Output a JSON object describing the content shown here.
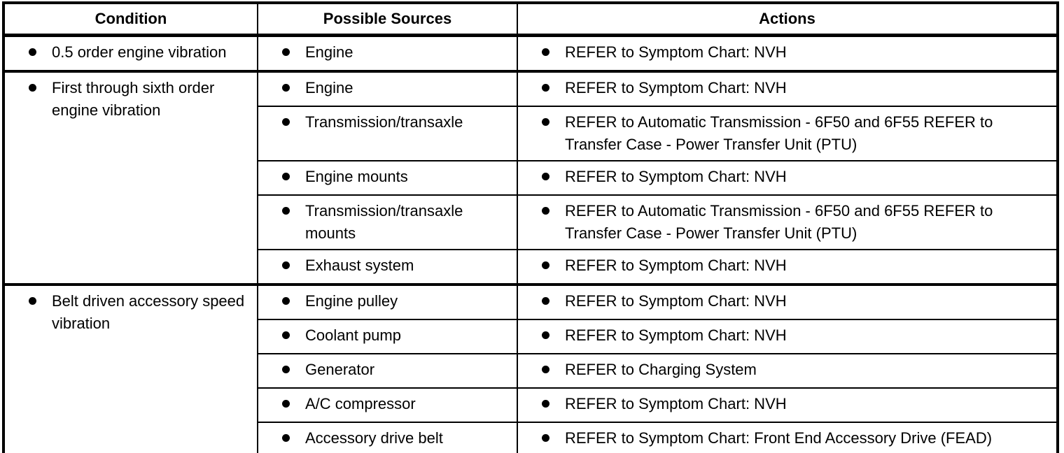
{
  "table": {
    "headers": [
      "Condition",
      "Possible Sources",
      "Actions"
    ],
    "icons": {
      "bullet": "filled-circle"
    },
    "colors": {
      "border": "#000000",
      "text": "#000000",
      "background": "#ffffff"
    },
    "groups": [
      {
        "condition": "0.5 order engine vibration",
        "items": [
          {
            "source": "Engine",
            "action": "REFER to Symptom Chart: NVH"
          }
        ]
      },
      {
        "condition": "First through sixth order engine vibration",
        "items": [
          {
            "source": "Engine",
            "action": "REFER to Symptom Chart: NVH"
          },
          {
            "source": "Transmission/transaxle",
            "action": "REFER to Automatic Transmission - 6F50 and 6F55 REFER to Transfer Case - Power Transfer Unit (PTU)"
          },
          {
            "source": "Engine mounts",
            "action": "REFER to Symptom Chart: NVH"
          },
          {
            "source": "Transmission/transaxle mounts",
            "action": "REFER to Automatic Transmission - 6F50 and 6F55 REFER to Transfer Case - Power Transfer Unit (PTU)"
          },
          {
            "source": "Exhaust system",
            "action": "REFER to Symptom Chart: NVH"
          }
        ]
      },
      {
        "condition": "Belt driven accessory speed vibration",
        "items": [
          {
            "source": "Engine pulley",
            "action": "REFER to Symptom Chart: NVH"
          },
          {
            "source": "Coolant pump",
            "action": "REFER to Symptom Chart: NVH"
          },
          {
            "source": "Generator",
            "action": "REFER to Charging System"
          },
          {
            "source": "A/C compressor",
            "action": "REFER to Symptom Chart: NVH"
          },
          {
            "source": "Accessory drive belt",
            "action": "REFER to Symptom Chart: Front End Accessory Drive (FEAD)"
          }
        ]
      }
    ]
  }
}
